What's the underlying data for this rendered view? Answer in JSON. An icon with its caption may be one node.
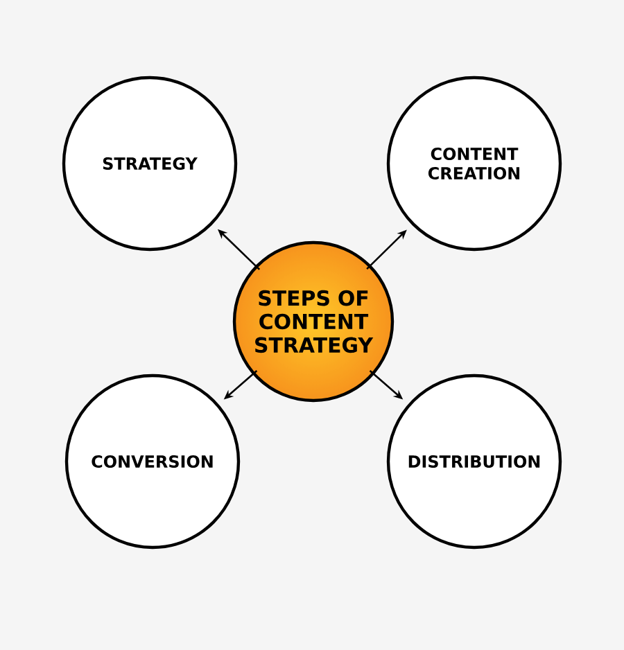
{
  "diagram": {
    "nodes": [
      {
        "text": [
          "STEPS OF CONTENT STRATEGY"
        ]
      },
      {
        "text": [
          "STRATEGY"
        ]
      },
      {
        "text": [
          "CONTENT CREATION"
        ]
      },
      {
        "text": [
          "CONVERSION"
        ]
      },
      {
        "text": [
          "DISTRIBUTION"
        ]
      }
    ],
    "edges": [
      {
        "from": 0,
        "to": 1,
        "arrow": "to"
      },
      {
        "from": 0,
        "to": 2,
        "arrow": "to"
      },
      {
        "from": 0,
        "to": 3,
        "arrow": "to"
      },
      {
        "from": 0,
        "to": 4,
        "arrow": "to"
      }
    ]
  }
}
